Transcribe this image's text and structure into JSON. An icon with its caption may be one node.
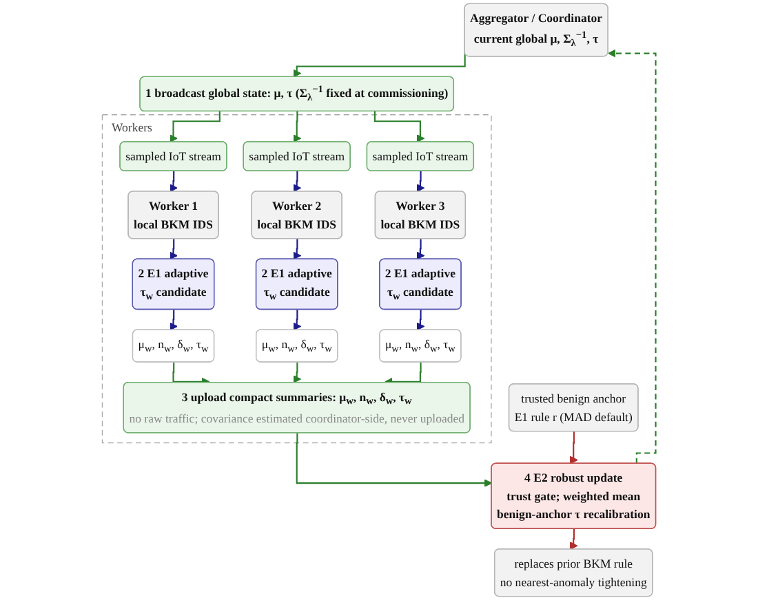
{
  "diagram": {
    "nodes": [
      {
        "text": [
          "Aggregator / Coordinator",
          "current global μ, Σ$_{λ}$$^{−1}$, τ"
        ]
      },
      {
        "text": [
          "1 broadcast global state: μ, τ (Σ$_{λ}$$^{−1}$ fixed at commissioning)"
        ]
      },
      {
        "text": [
          "Workers"
        ]
      },
      {
        "text": [
          "sampled IoT stream"
        ],
        "in": 2
      },
      {
        "text": [
          "sampled IoT stream"
        ],
        "in": 2
      },
      {
        "text": [
          "sampled IoT stream"
        ],
        "in": 2
      },
      {
        "text": [
          "Worker 1",
          "local BKM IDS"
        ],
        "in": 2
      },
      {
        "text": [
          "Worker 2",
          "local BKM IDS"
        ],
        "in": 2
      },
      {
        "text": [
          "Worker 3",
          "local BKM IDS"
        ],
        "in": 2
      },
      {
        "text": [
          "2 E1 adaptive",
          "τ$_{w}$ candidate"
        ],
        "in": 2
      },
      {
        "text": [
          "2 E1 adaptive",
          "τ$_{w}$ candidate"
        ],
        "in": 2
      },
      {
        "text": [
          "2 E1 adaptive",
          "τ$_{w}$ candidate"
        ],
        "in": 2
      },
      {
        "text": [
          "μ$_{w}$, n$_{w}$, δ$_{w}$, τ$_{w}$"
        ],
        "in": 2
      },
      {
        "text": [
          "μ$_{w}$, n$_{w}$, δ$_{w}$, τ$_{w}$"
        ],
        "in": 2
      },
      {
        "text": [
          "μ$_{w}$, n$_{w}$, δ$_{w}$, τ$_{w}$"
        ],
        "in": 2
      },
      {
        "text": [
          "3 upload compact summaries: μ$_{w}$, n$_{w}$, δ$_{w}$, τ$_{w}$",
          "no raw traffic; covariance estimated coordinator-side, never uploaded"
        ],
        "in": 2
      },
      {
        "text": [
          "trusted benign anchor",
          "E1 rule r (MAD default)"
        ]
      },
      {
        "text": [
          "4 E2 robust update",
          "trust gate; weighted mean",
          "benign-anchor τ recalibration"
        ]
      },
      {
        "text": [
          "replaces prior BKM rule",
          "no nearest-anomaly tightening"
        ]
      }
    ],
    "edges": [
      {
        "from": 0,
        "to": 1,
        "arrow": "to",
        "color": "#2a7f2a"
      },
      {
        "from": 1,
        "to": 3,
        "arrow": "to",
        "color": "#2a7f2a"
      },
      {
        "from": 1,
        "to": 4,
        "arrow": "to",
        "color": "#2a7f2a"
      },
      {
        "from": 1,
        "to": 5,
        "arrow": "to",
        "color": "#2a7f2a"
      },
      {
        "from": 3,
        "to": 6,
        "arrow": "to",
        "color": "#1c1c8a"
      },
      {
        "from": 4,
        "to": 7,
        "arrow": "to",
        "color": "#1c1c8a"
      },
      {
        "from": 5,
        "to": 8,
        "arrow": "to",
        "color": "#1c1c8a"
      },
      {
        "from": 6,
        "to": 9,
        "arrow": "to",
        "color": "#1c1c8a"
      },
      {
        "from": 7,
        "to": 10,
        "arrow": "to",
        "color": "#1c1c8a"
      },
      {
        "from": 8,
        "to": 11,
        "arrow": "to",
        "color": "#1c1c8a"
      },
      {
        "from": 9,
        "to": 12,
        "arrow": "to",
        "color": "#1c1c8a"
      },
      {
        "from": 10,
        "to": 13,
        "arrow": "to",
        "color": "#1c1c8a"
      },
      {
        "from": 11,
        "to": 14,
        "arrow": "to",
        "color": "#1c1c8a"
      },
      {
        "from": 12,
        "to": 15,
        "arrow": "to",
        "color": "#2a7f2a"
      },
      {
        "from": 13,
        "to": 15,
        "arrow": "to",
        "color": "#2a7f2a"
      },
      {
        "from": 14,
        "to": 15,
        "arrow": "to",
        "color": "#2a7f2a"
      },
      {
        "from": 15,
        "to": 17,
        "arrow": "to",
        "color": "#2a7f2a"
      },
      {
        "from": 16,
        "to": 17,
        "arrow": "to",
        "color": "#b32d2d"
      },
      {
        "from": 17,
        "to": 18,
        "arrow": "to",
        "color": "#b32d2d"
      },
      {
        "from": 17,
        "to": 0,
        "arrow": "to",
        "style": "dashed",
        "color": "#2a7f2a"
      }
    ]
  }
}
